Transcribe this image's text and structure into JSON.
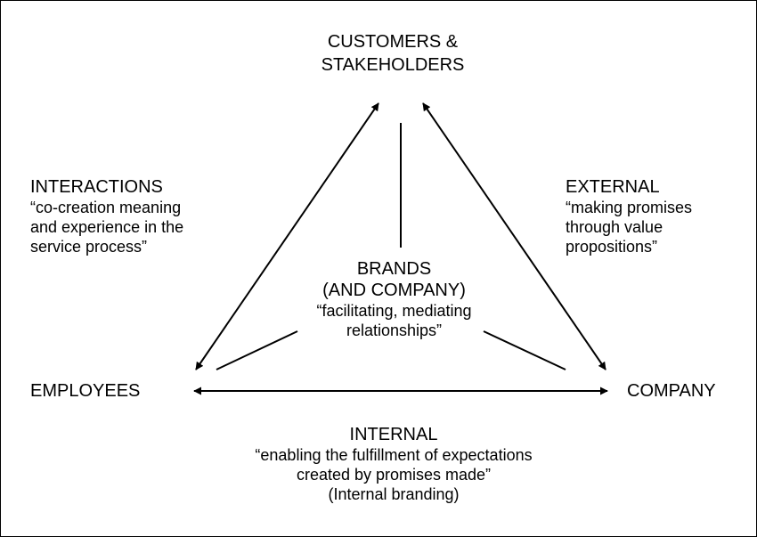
{
  "nodes": {
    "customers": {
      "line1": "CUSTOMERS &",
      "line2": "STAKEHOLDERS"
    },
    "employees": "EMPLOYEES",
    "company": "COMPANY"
  },
  "center": {
    "title_line1": "BRANDS",
    "title_line2": "(AND COMPANY)",
    "desc_line1": "“facilitating, mediating",
    "desc_line2": "relationships”"
  },
  "interactions": {
    "title": "INTERACTIONS",
    "line1": "“co-creation meaning",
    "line2": "and experience in the",
    "line3": "service process”"
  },
  "external": {
    "title": "EXTERNAL",
    "line1": "“making promises",
    "line2": "through value",
    "line3": "propositions”"
  },
  "internal": {
    "title": "INTERNAL",
    "line1": "“enabling the fulfillment of expectations",
    "line2": "created by promises made”",
    "line3": "(Internal branding)"
  },
  "colors": {
    "line": "#000000",
    "text": "#000000",
    "background": "#ffffff"
  }
}
